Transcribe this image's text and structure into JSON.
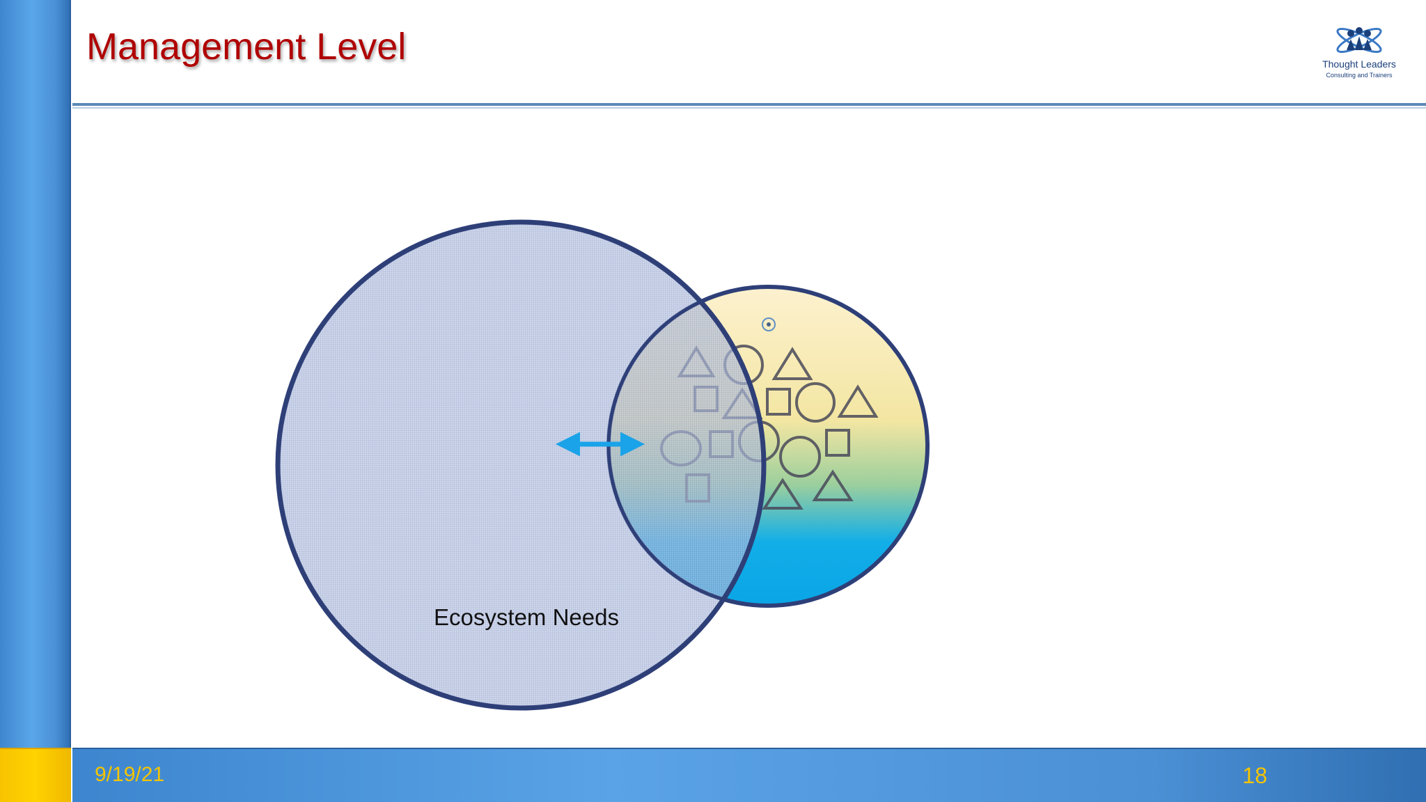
{
  "slide": {
    "title": "Management Level",
    "date": "9/19/21",
    "slide_number": "18"
  },
  "logo": {
    "name": "Thought Leaders",
    "tagline": "Consulting and Trainers"
  },
  "diagram": {
    "large_circle_label": "Ecosystem Needs",
    "connector": "double-arrow",
    "shapes_in_small_circle": [
      "triangle",
      "circle",
      "triangle",
      "square",
      "triangle",
      "square",
      "circle",
      "triangle",
      "circle",
      "square",
      "circle",
      "circle",
      "square",
      "square",
      "triangle",
      "triangle"
    ]
  },
  "colors": {
    "title": "#b00000",
    "circle_outline": "#2e3f78",
    "arrow": "#1aa3e8",
    "footer_text": "#f5c400",
    "bar_blue": "#4a90d6",
    "accent_yellow": "#ffd200"
  }
}
